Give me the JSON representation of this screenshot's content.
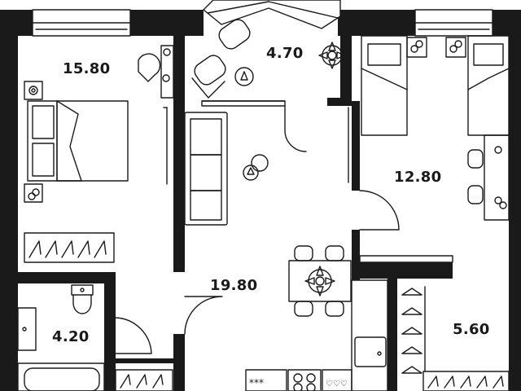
{
  "rooms": {
    "bedroom": {
      "area": "15.80"
    },
    "balcony": {
      "area": "4.70"
    },
    "living_kitchen": {
      "area": "19.80"
    },
    "kids_bedroom": {
      "area": "12.80"
    },
    "bathroom": {
      "area": "4.20"
    },
    "wardrobe": {
      "area": "5.60"
    }
  },
  "colors": {
    "wall": "#1a1a1a",
    "line": "#1a1a1a",
    "background": "#ffffff"
  },
  "icons": [
    "bed-icon",
    "sofa-icon",
    "armchair-icon",
    "flower-icon",
    "plant-icon",
    "hanger-icon",
    "toilet-icon",
    "sink-icon",
    "bathtub-icon",
    "stove-icon",
    "dining-table-icon",
    "chair-icon",
    "desk-icon",
    "lamp-icon"
  ]
}
